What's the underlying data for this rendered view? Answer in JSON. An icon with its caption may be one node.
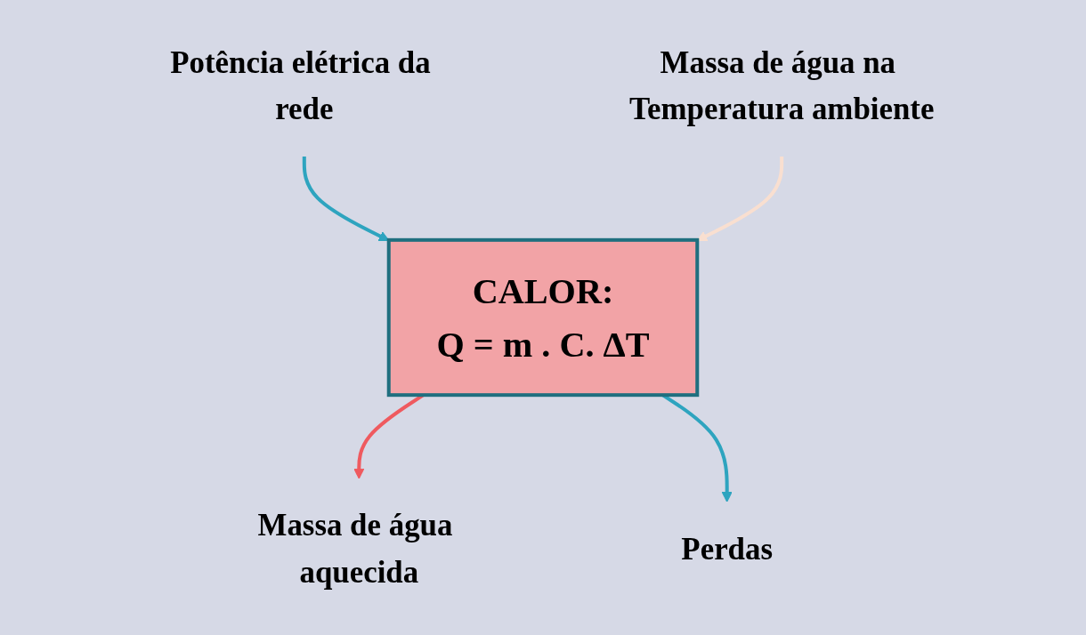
{
  "diagram": {
    "nodes": [
      {
        "text": [
          "Massa de água na Temperatura ambiente"
        ]
      },
      {
        "text": [
          "Potência elétrica da rede"
        ]
      },
      {
        "text": [
          "CALOR:",
          "Q = m . C. ΔT"
        ]
      },
      {
        "text": [
          "Massa de água aquecida"
        ]
      },
      {
        "text": [
          "Perdas"
        ]
      }
    ],
    "edges": [
      {
        "from": 1,
        "to": 2,
        "arrow": "to",
        "color": "#2ea4bf"
      },
      {
        "from": 0,
        "to": 2,
        "arrow": "to",
        "color": "#f9dfd0"
      },
      {
        "from": 2,
        "to": 3,
        "arrow": "to",
        "color": "#ef5a5f"
      },
      {
        "from": 2,
        "to": 4,
        "arrow": "to",
        "color": "#2ea4bf"
      }
    ]
  }
}
